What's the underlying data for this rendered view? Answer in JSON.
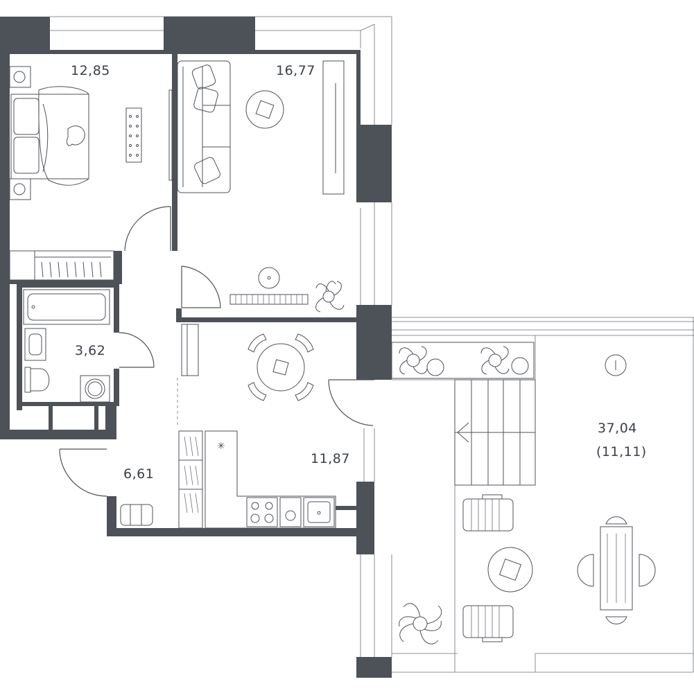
{
  "plan": {
    "rooms": [
      {
        "id": "bedroom",
        "area": "12,85"
      },
      {
        "id": "living-room",
        "area": "16,77"
      },
      {
        "id": "bathroom",
        "area": "3,62"
      },
      {
        "id": "hallway",
        "area": "6,61"
      },
      {
        "id": "kitchen",
        "area": "11,87"
      },
      {
        "id": "terrace",
        "area": "37,04",
        "reduced_area": "(11,11)"
      }
    ],
    "colors": {
      "wall": "#4d5158",
      "line": "#4d5158",
      "label": "#3a3f47",
      "background": "#ffffff"
    }
  }
}
